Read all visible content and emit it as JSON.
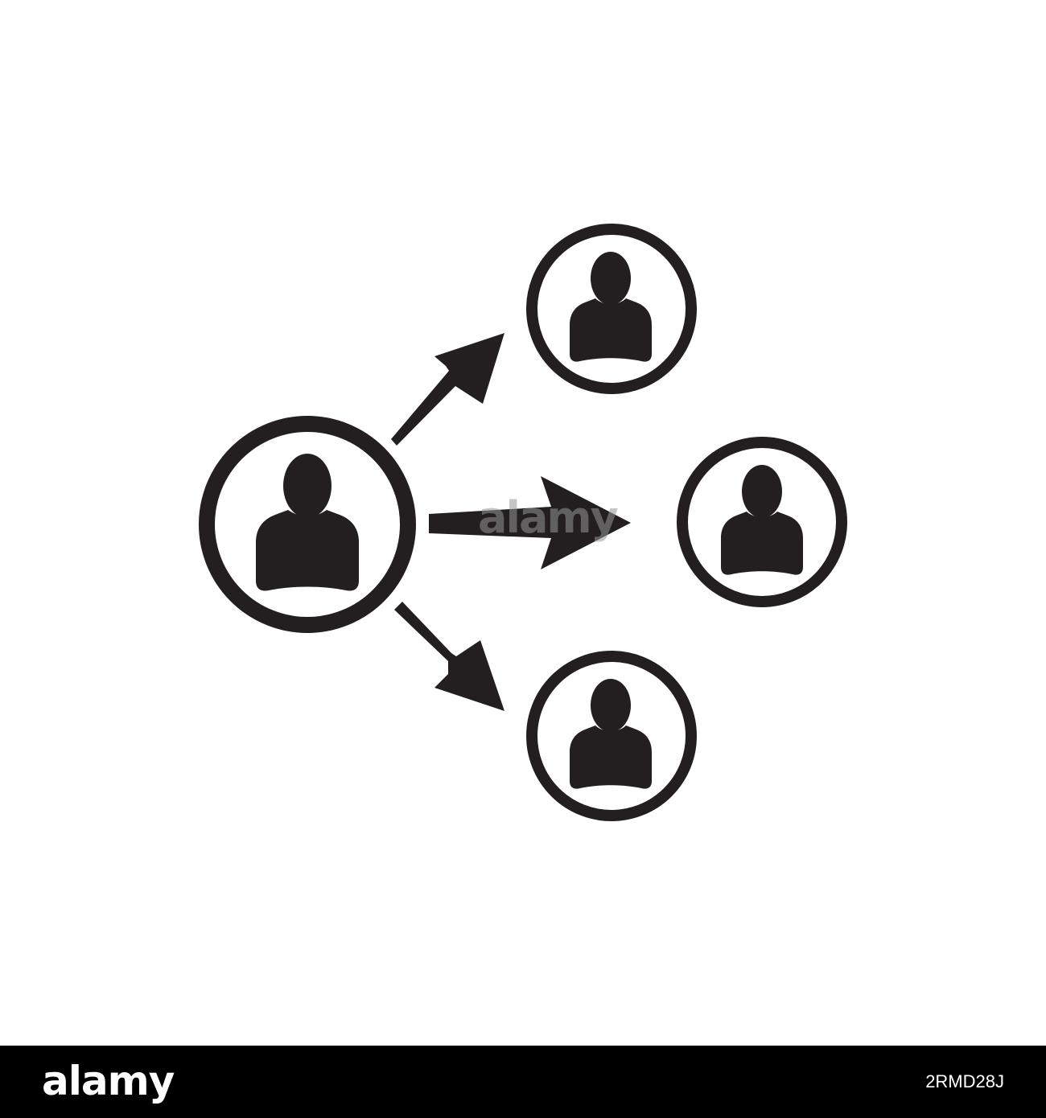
{
  "icon": {
    "subject": "one person sharing to three people",
    "ink_color": "#231f20",
    "background_color": "#ffffff",
    "nodes": [
      {
        "role": "source",
        "icon": "user-icon"
      },
      {
        "role": "target-top",
        "icon": "user-icon"
      },
      {
        "role": "target-middle",
        "icon": "user-icon"
      },
      {
        "role": "target-bottom",
        "icon": "user-icon"
      }
    ],
    "arrows": [
      "arrow-up-right-icon",
      "arrow-right-icon",
      "arrow-down-right-icon"
    ]
  },
  "watermark": {
    "text": "alamy"
  },
  "footer": {
    "background_color": "#000000",
    "logo_text": "alamy",
    "image_id": "2RMD28J"
  }
}
